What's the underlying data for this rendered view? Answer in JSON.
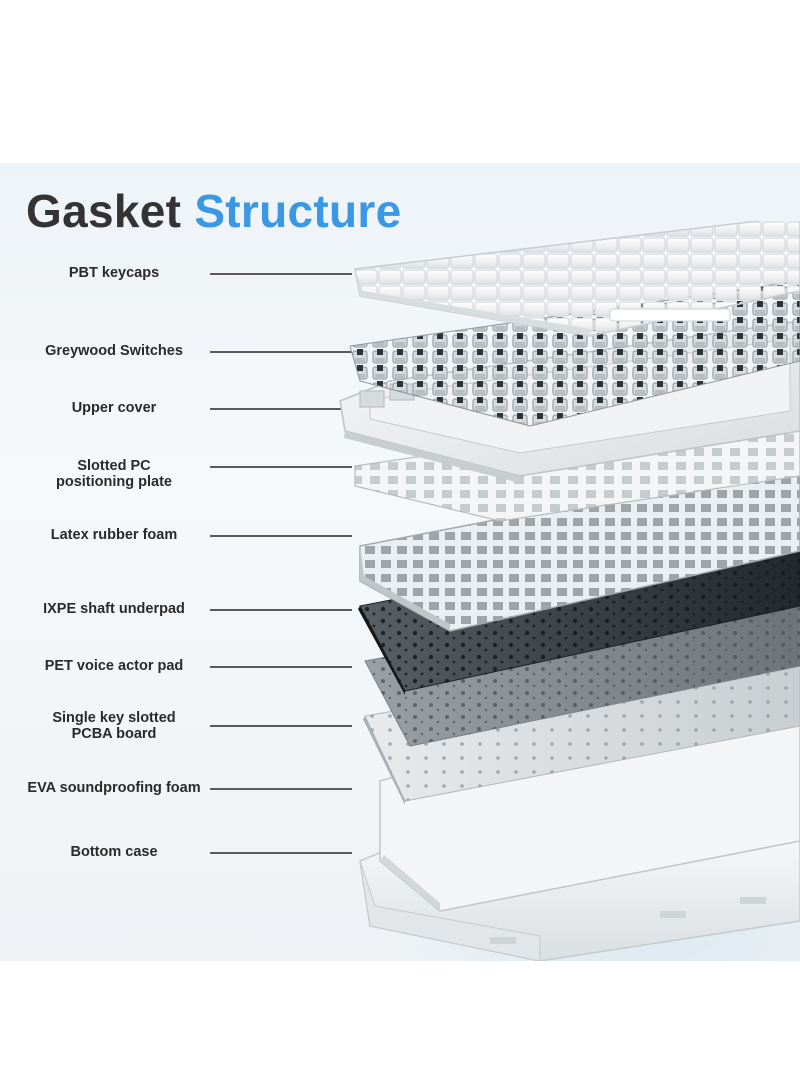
{
  "title": {
    "word1": "Gasket",
    "word2": "Structure"
  },
  "colors": {
    "title_dark": "#333333",
    "title_accent": "#3b98e4",
    "panel_bg": "#eef3f7"
  },
  "layers": [
    {
      "id": "pbt-keycaps",
      "line1": "PBT keycaps",
      "line2": ""
    },
    {
      "id": "switches",
      "line1": "Greywood  Switches",
      "line2": ""
    },
    {
      "id": "upper-cover",
      "line1": "Upper cover",
      "line2": ""
    },
    {
      "id": "pc-plate",
      "line1": "Slotted PC",
      "line2": "positioning plate"
    },
    {
      "id": "latex-foam",
      "line1": "Latex rubber foam",
      "line2": ""
    },
    {
      "id": "ixpe-pad",
      "line1": "IXPE shaft underpad",
      "line2": ""
    },
    {
      "id": "pet-pad",
      "line1": "PET voice actor pad",
      "line2": ""
    },
    {
      "id": "pcba",
      "line1": "Single key slotted",
      "line2": "PCBA board"
    },
    {
      "id": "eva-foam",
      "line1": "EVA soundproofing foam",
      "line2": ""
    },
    {
      "id": "bottom-case",
      "line1": "Bottom case",
      "line2": ""
    }
  ]
}
